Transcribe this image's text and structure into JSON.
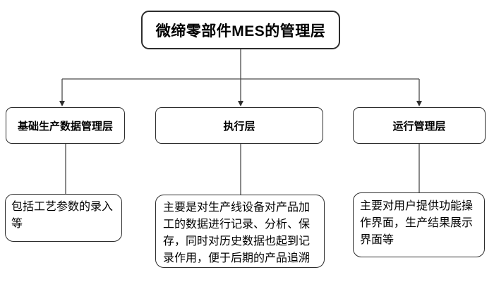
{
  "diagram": {
    "root": {
      "label": "微缔零部件MES的管理层"
    },
    "branches": [
      {
        "label": "基础生产数据管理层",
        "description": "包括工艺参数的录入等"
      },
      {
        "label": "执行层",
        "description": "主要是对生产线设备对产品加工的数据进行记录、分析、保存，同时对历史数据也起到记录作用，便于后期的产品追溯"
      },
      {
        "label": "运行管理层",
        "description": "主要对用户提供功能操作界面，生产结果展示界面等"
      }
    ],
    "colors": {
      "background": "#ffffff",
      "box_border": "#2d2d2d",
      "connector": "#4a4a4a",
      "text": "#000000"
    }
  }
}
